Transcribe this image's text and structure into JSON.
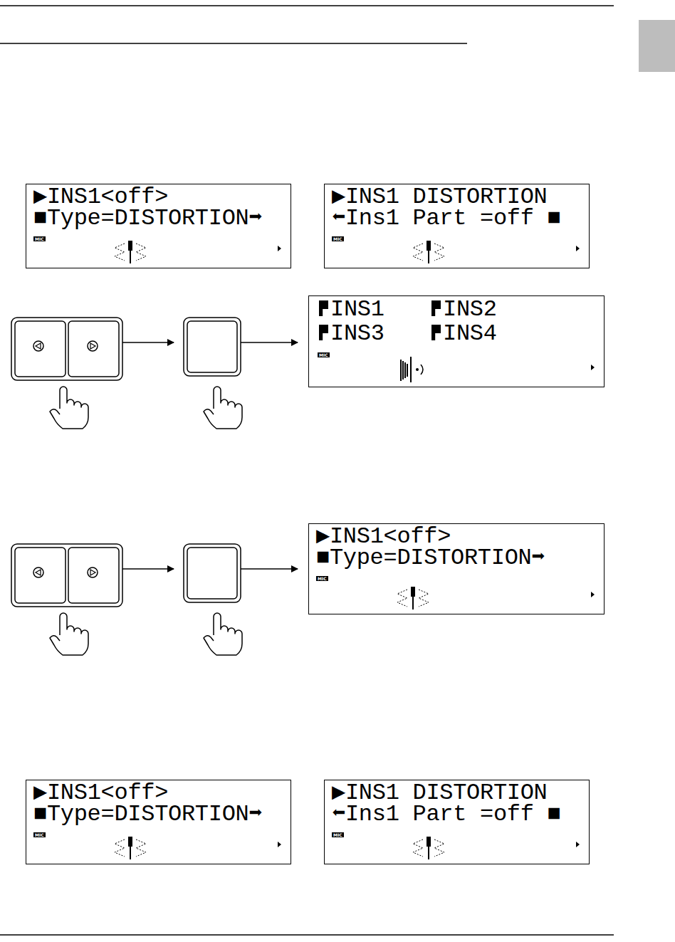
{
  "diagram": {
    "nodes": [
      {
        "text": [
          "▶INS1<off>",
          "■Type=DISTORTION➡",
          "MIC"
        ]
      },
      {
        "text": [
          "▶INS1 DISTORTION",
          "⬅Ins1 Part =off ■",
          "MIC"
        ]
      },
      {
        "text": [
          "INS1",
          "INS2",
          "INS3",
          "INS4",
          "MIC"
        ]
      },
      {
        "text": [
          "▶INS1<off>",
          "■Type=DISTORTION➡",
          "MIC"
        ]
      },
      {
        "text": [
          "▶INS1<off>",
          "■Type=DISTORTION➡",
          "MIC"
        ]
      },
      {
        "text": [
          "▶INS1 DISTORTION",
          "⬅Ins1 Part =off ■",
          "MIC"
        ]
      }
    ]
  }
}
